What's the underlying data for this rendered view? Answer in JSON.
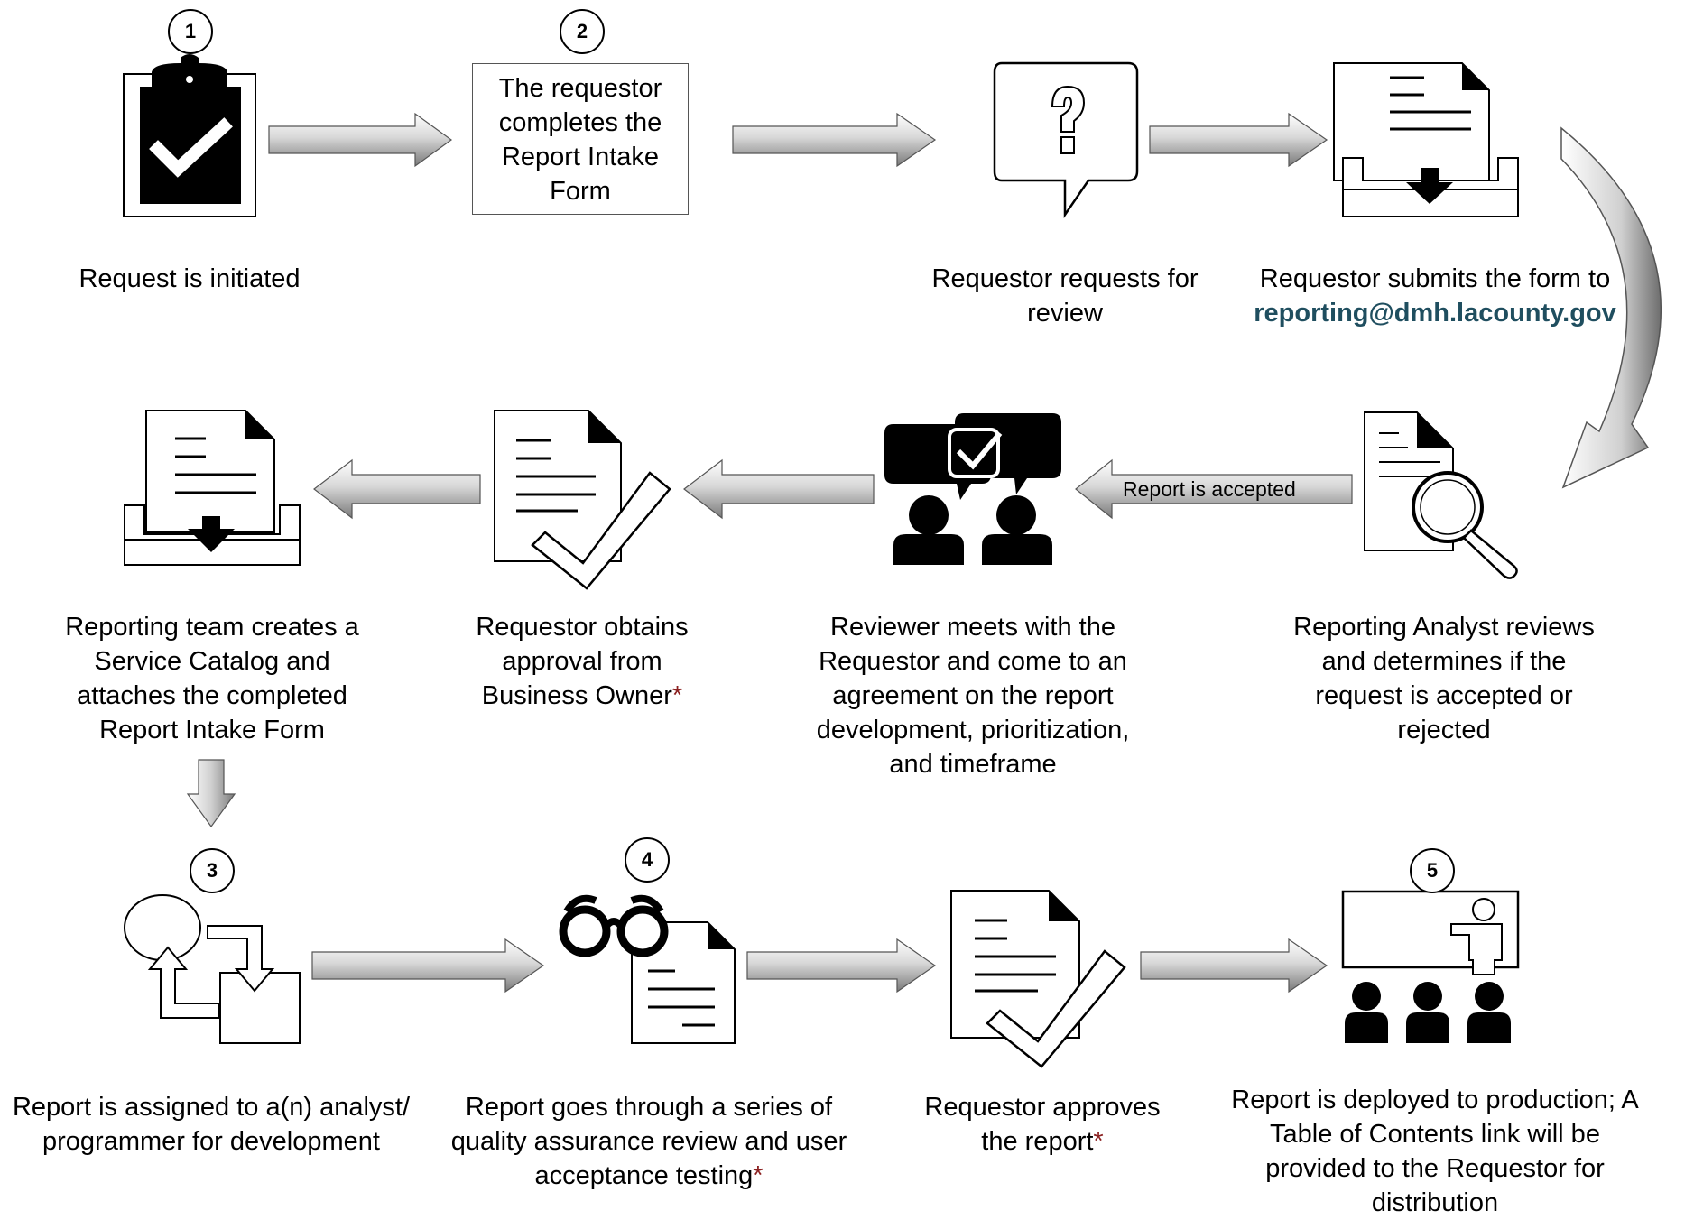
{
  "steps": {
    "s1_number": "1",
    "s2_number": "2",
    "s3_number": "3",
    "s4_number": "4",
    "s5_number": "5"
  },
  "labels": {
    "request_initiated": "Request is initiated",
    "intake_form_box": "The requestor completes the Report Intake Form",
    "requests_review": "Requestor requests for review",
    "submits_form": "Requestor submits the form to",
    "submit_email": "reporting@dmh.lacounty.gov",
    "analyst_reviews": "Reporting Analyst reviews and determines if the request is accepted or rejected",
    "report_accepted": "Report is accepted",
    "reviewer_meets": "Reviewer meets with the Requestor and come to an agreement on the report development, prioritization, and timeframe",
    "obtains_approval": "Requestor obtains approval from Business Owner",
    "team_creates": "Reporting team creates a Service Catalog and attaches the completed Report Intake Form",
    "assigned": "Report is assigned to a(n) analyst/ programmer for development",
    "qa_testing": "Report goes through a series of quality assurance review and user acceptance testing",
    "approves_report": "Requestor approves the report",
    "deployed": "Report is deployed to production; A Table of Contents link will be provided to the Requestor for distribution",
    "asterisk": "*"
  },
  "icons": [
    "clipboard-check-icon",
    "question-bubble-icon",
    "inbox-document-icon",
    "document-magnifier-icon",
    "meeting-chat-icon",
    "document-check-icon",
    "workflow-cycle-icon",
    "glasses-document-icon",
    "presentation-icon"
  ],
  "colors": {
    "asterisk": "#8b2020",
    "email": "#1f4e5f"
  }
}
